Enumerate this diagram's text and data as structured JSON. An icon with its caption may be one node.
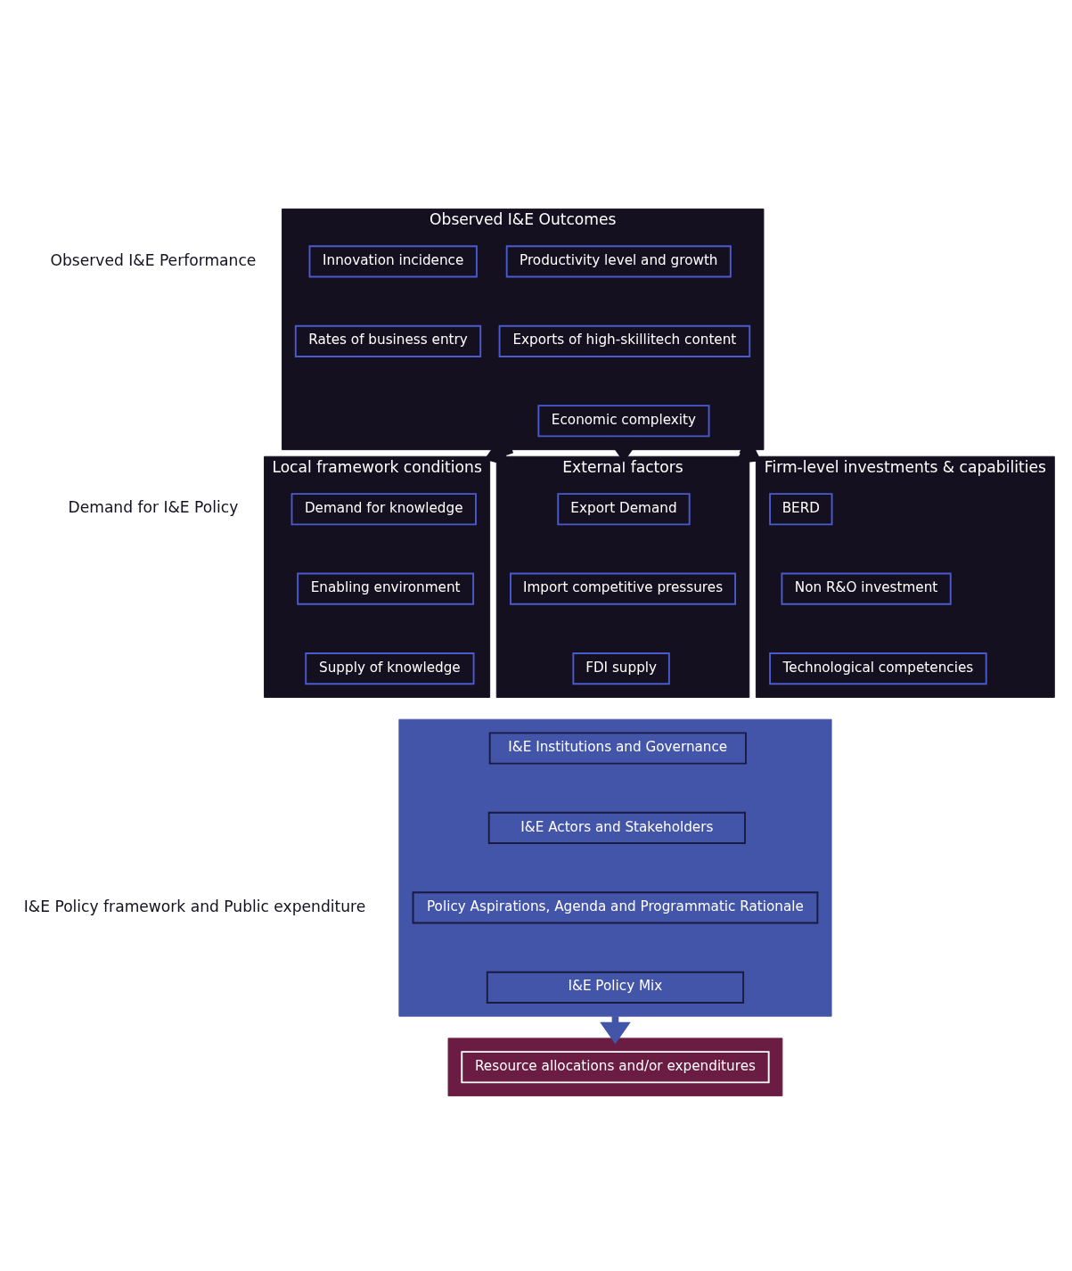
{
  "diagram": {
    "nodes": [
      {
        "text": [
          "Observed I&E Outcomes"
        ]
      },
      {
        "text": [
          "Productivity level and growth"
        ],
        "in": 0
      },
      {
        "text": [
          "Innovation incidence"
        ],
        "in": 0
      },
      {
        "text": [
          "Exports of high-skillitech content"
        ],
        "in": 0
      },
      {
        "text": [
          "Rates of business entry"
        ],
        "in": 0
      },
      {
        "text": [
          "Economic complexity"
        ],
        "in": 0
      },
      {
        "text": [
          "Firm-level investments & capabilities"
        ]
      },
      {
        "text": [
          "BERD"
        ],
        "in": 6
      },
      {
        "text": [
          "Non R&O investment"
        ],
        "in": 6
      },
      {
        "text": [
          "Technological competencies"
        ],
        "in": 6
      },
      {
        "text": [
          "Local framework conditions"
        ]
      },
      {
        "text": [
          "Demand for knowledge"
        ],
        "in": 10
      },
      {
        "text": [
          "Enabling environment"
        ],
        "in": 10
      },
      {
        "text": [
          "Supply of knowledge"
        ],
        "in": 10
      },
      {
        "text": [
          "External factors"
        ]
      },
      {
        "text": [
          "Export Demand"
        ],
        "in": 14
      },
      {
        "text": [
          "Import competitive pressures"
        ],
        "in": 14
      },
      {
        "text": [
          "FDI supply"
        ],
        "in": 14
      },
      {
        "text": [],
        "shape": "box"
      },
      {
        "text": [
          "I&E Institutions and Governance"
        ],
        "in": 18
      },
      {
        "text": [
          "I&E Actors and Stakeholders"
        ],
        "in": 18
      },
      {
        "text": [
          "Policy Aspirations, Agenda and Programmatic Rationale"
        ],
        "in": 18
      },
      {
        "text": [
          "I&E Policy Mix"
        ],
        "in": 18
      },
      {
        "text": [],
        "shape": "box"
      },
      {
        "text": [
          "Resource allocations and/or expenditures"
        ],
        "in": 23
      }
    ],
    "edges": [
      {
        "from": 0,
        "to": 6,
        "arrow": "to"
      },
      {
        "from": 0,
        "to": 10,
        "arrow": "to"
      },
      {
        "from": 0,
        "to": 14,
        "arrow": "to"
      },
      {
        "from": 18,
        "to": 23,
        "arrow": "to",
        "color": "#4355a8"
      }
    ],
    "labels": [
      "Observed I&E Performance",
      "Demand for I&E Policy",
      "I&E Policy framework and Public expenditure"
    ]
  }
}
